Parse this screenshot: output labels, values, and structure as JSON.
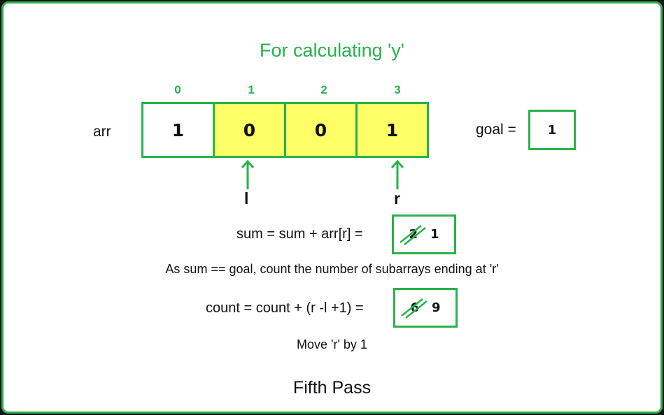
{
  "title": "For calculating 'y'",
  "array": {
    "label": "arr",
    "indices": [
      "0",
      "1",
      "2",
      "3"
    ],
    "values": [
      "1",
      "0",
      "0",
      "1"
    ],
    "highlighted": [
      1,
      2,
      3
    ]
  },
  "goal": {
    "label": "goal =",
    "value": "1"
  },
  "pointers": {
    "left": "l",
    "right": "r"
  },
  "sum_step": {
    "expression": "sum =  sum + arr[r] =",
    "old_value": "2",
    "new_value": "1"
  },
  "note": "As sum == goal, count the number of subarrays ending at 'r'",
  "count_step": {
    "expression": "count =  count + (r -l +1) =",
    "old_value": "6",
    "new_value": "9"
  },
  "move_note": "Move 'r' by 1",
  "footer": "Fifth Pass",
  "colors": {
    "accent": "#27b24a",
    "highlight": "#ffff66"
  }
}
